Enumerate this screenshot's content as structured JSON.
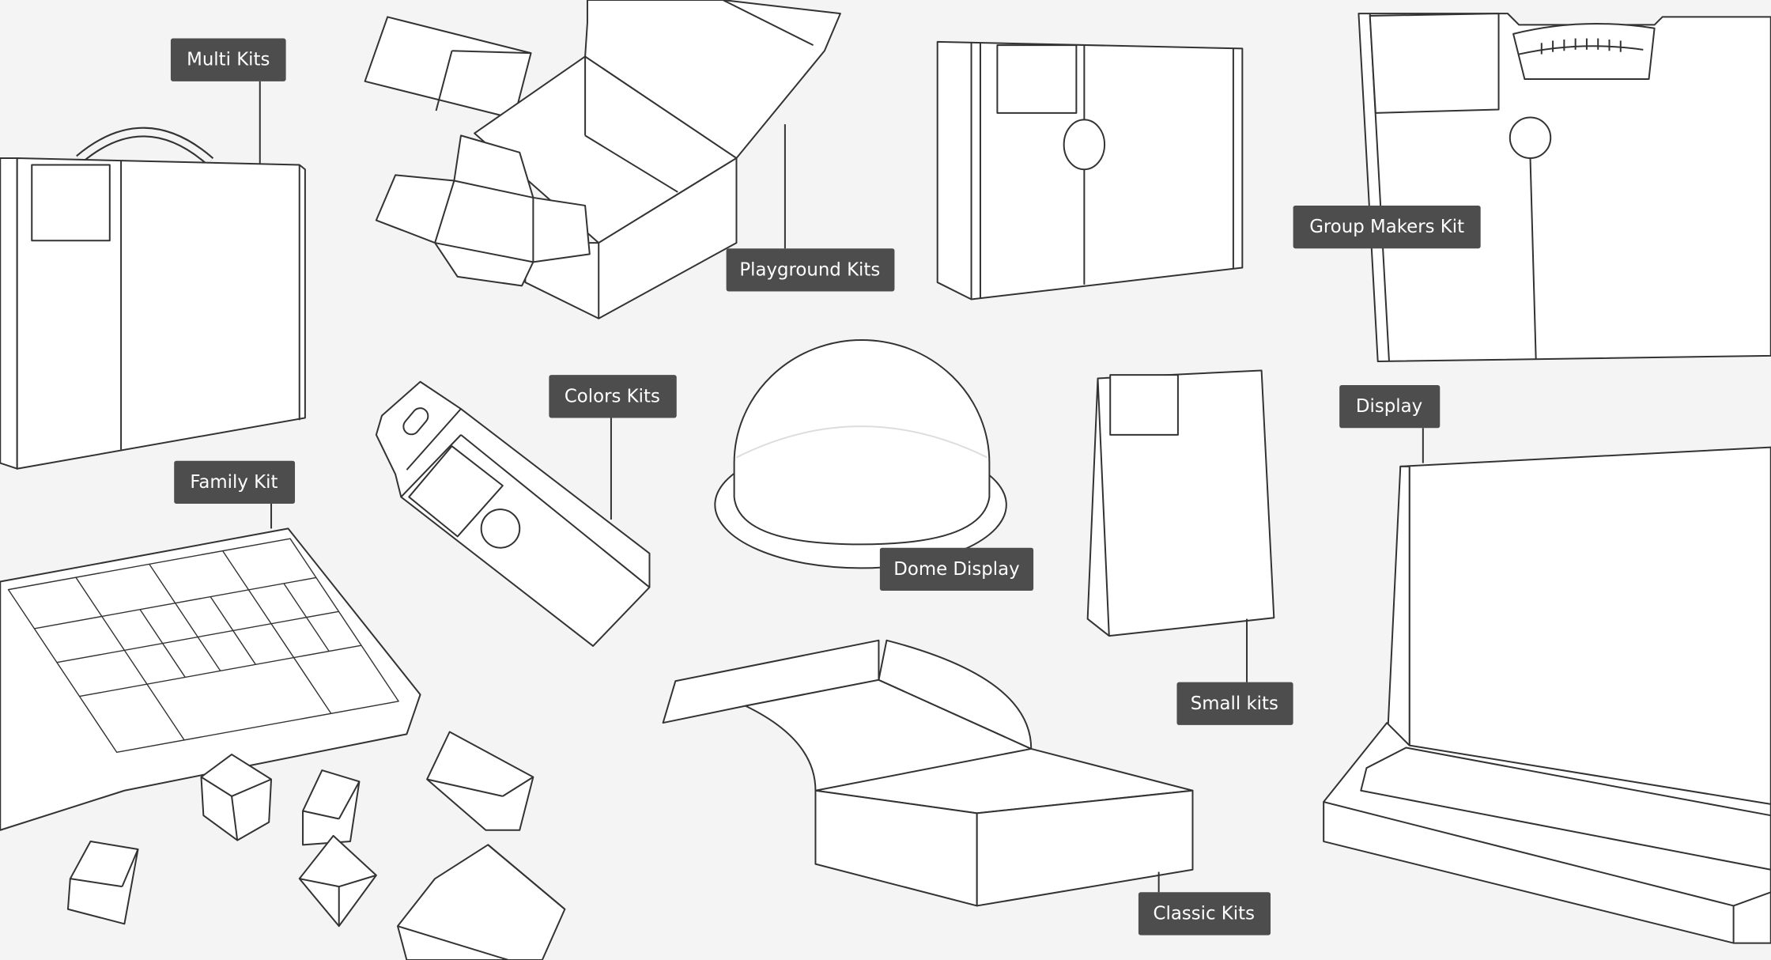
{
  "labels": {
    "multi_kits": "Multi Kits",
    "playground_kits": "Playground Kits",
    "group_makers_kit": "Group Makers Kit",
    "colors_kits": "Colors Kits",
    "family_kit": "Family Kit",
    "dome_display": "Dome Display",
    "display": "Display",
    "small_kits": "Small kits",
    "classic_kits": "Classic Kits"
  },
  "colors": {
    "background": "#f4f4f4",
    "label_bg": "#4d4d4d",
    "label_text": "#ffffff",
    "line": "#333333"
  }
}
